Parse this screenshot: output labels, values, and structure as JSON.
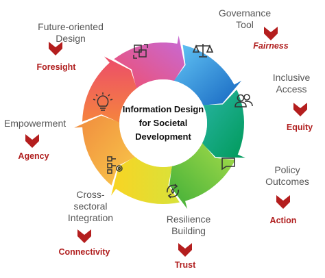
{
  "center": {
    "line1": "Information Design",
    "line2": "for Societal",
    "line3": "Development"
  },
  "segments": [
    {
      "label_lines": [
        "Governance",
        "Tool"
      ],
      "value": "Fairness",
      "color": "#1e88e5",
      "icon": "scales-icon"
    },
    {
      "label_lines": [
        "Inclusive",
        "Access"
      ],
      "value": "Equity",
      "color": "#00a86b",
      "icon": "people-icon"
    },
    {
      "label_lines": [
        "Policy",
        "Outcomes"
      ],
      "value": "Action",
      "color": "#6cc83c",
      "icon": "document-icon"
    },
    {
      "label_lines": [
        "Resilience",
        "Building"
      ],
      "value": "Trust",
      "color": "#f2d222",
      "icon": "recycle-icon"
    },
    {
      "label_lines": [
        "Cross-",
        "sectoral",
        "Integration"
      ],
      "value": "Connectivity",
      "color": "#f5a04a",
      "icon": "flowchart-icon"
    },
    {
      "label_lines": [
        "Empowerment"
      ],
      "value": "Agency",
      "color": "#ef6a6e",
      "icon": "lightbulb-icon"
    },
    {
      "label_lines": [
        "Future-oriented",
        "Design"
      ],
      "value": "Foresight",
      "color": "#e8508e",
      "icon": "transform-icon"
    }
  ],
  "colors": {
    "chevron": "#b41e1e",
    "value_text": "#b01e1e",
    "label_text": "#555555"
  }
}
